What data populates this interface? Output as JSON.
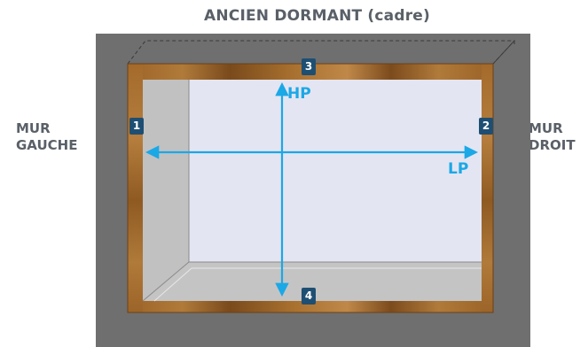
{
  "title": "ANCIEN DORMANT (cadre)",
  "walls": {
    "left": [
      "MUR",
      "GAUCHE"
    ],
    "right": [
      "MUR",
      "DROIT"
    ]
  },
  "dimensions": {
    "height": "HP",
    "width": "LP"
  },
  "markers": [
    "1",
    "2",
    "3",
    "4"
  ],
  "colors": {
    "wall": "#6f6f6f",
    "frame_wood": "#a0682a",
    "opening": "#e4e5f2",
    "side_panel": "#c1c1c1",
    "arrow": "#1ba8e6",
    "badge": "#1e4f73",
    "text": "#5a6068"
  }
}
